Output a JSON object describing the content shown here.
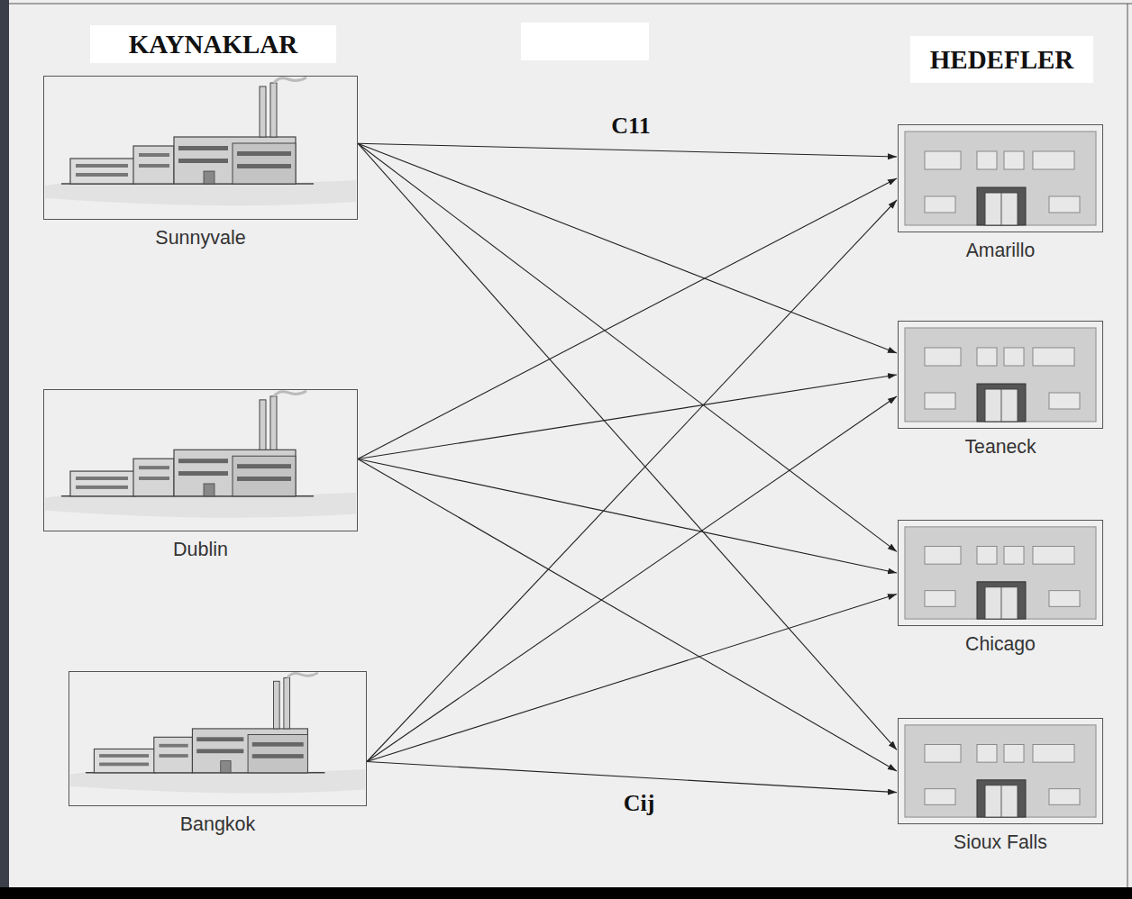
{
  "diagram": {
    "nodes": [
      {
        "text": [
          "Sunnyvale"
        ]
      },
      {
        "text": [
          "Dublin"
        ]
      },
      {
        "text": [
          "Bangkok"
        ]
      },
      {
        "text": [
          "Amarillo"
        ]
      },
      {
        "text": [
          "Teaneck"
        ]
      },
      {
        "text": [
          "Chicago"
        ]
      },
      {
        "text": [
          "Sioux Falls"
        ]
      }
    ],
    "edges": [
      {
        "from": 0,
        "to": 3,
        "arrow": "to",
        "label": "C11"
      },
      {
        "from": 0,
        "to": 4,
        "arrow": "to"
      },
      {
        "from": 0,
        "to": 5,
        "arrow": "to"
      },
      {
        "from": 0,
        "to": 6,
        "arrow": "to"
      },
      {
        "from": 1,
        "to": 3,
        "arrow": "to"
      },
      {
        "from": 1,
        "to": 4,
        "arrow": "to"
      },
      {
        "from": 1,
        "to": 5,
        "arrow": "to"
      },
      {
        "from": 1,
        "to": 6,
        "arrow": "to"
      },
      {
        "from": 2,
        "to": 3,
        "arrow": "to"
      },
      {
        "from": 2,
        "to": 4,
        "arrow": "to"
      },
      {
        "from": 2,
        "to": 5,
        "arrow": "to"
      },
      {
        "from": 2,
        "to": 6,
        "arrow": "to",
        "label": "Cij"
      }
    ],
    "labels": [
      "KAYNAKLAR",
      "HEDEFLER"
    ]
  }
}
